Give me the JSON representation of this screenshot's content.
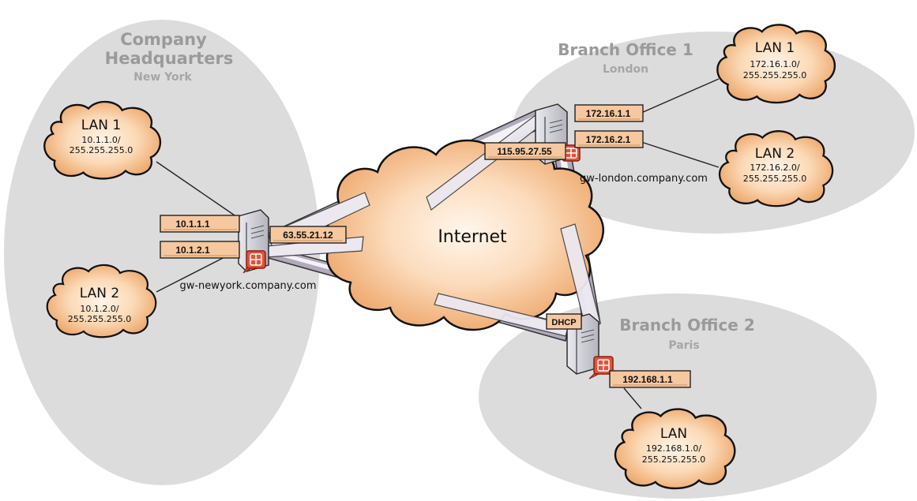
{
  "headquarters": {
    "title_line1": "Company",
    "title_line2": "Headquarters",
    "location": "New York",
    "lan1": {
      "name": "LAN 1",
      "network": "10.1.1.0/",
      "mask": "255.255.255.0"
    },
    "lan2": {
      "name": "LAN 2",
      "network": "10.1.2.0/",
      "mask": "255.255.255.0"
    },
    "gateway": {
      "host": "gw-newyork.company.com",
      "lan1_ip": "10.1.1.1",
      "lan2_ip": "10.1.2.1",
      "external_ip": "63.55.21.12"
    }
  },
  "branch1": {
    "title": "Branch Office 1",
    "location": "London",
    "lan1": {
      "name": "LAN 1",
      "network": "172.16.1.0/",
      "mask": "255.255.255.0"
    },
    "lan2": {
      "name": "LAN 2",
      "network": "172.16.2.0/",
      "mask": "255.255.255.0"
    },
    "gateway": {
      "host": "gw-london.company.com",
      "lan1_ip": "172.16.1.1",
      "lan2_ip": "172.16.2.1",
      "external_ip": "115.95.27.55"
    }
  },
  "branch2": {
    "title": "Branch Office 2",
    "location": "Paris",
    "lan": {
      "name": "LAN",
      "network": "192.168.1.0/",
      "mask": "255.255.255.0"
    },
    "gateway": {
      "external": "DHCP",
      "lan_ip": "192.168.1.1"
    }
  },
  "internet": {
    "label": "Internet"
  },
  "colors": {
    "region_fill": "#dcdcdc",
    "cloud_light": "#fff3e6",
    "cloud_dark": "#f3b782",
    "ip_box": "#f6c89f",
    "tunnel": "#e6e0ec",
    "router_badge": "#e2533a"
  }
}
